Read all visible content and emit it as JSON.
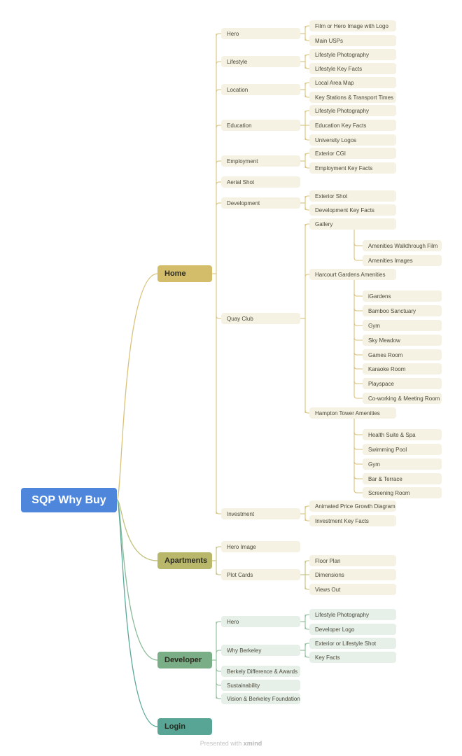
{
  "root": "SQP Why Buy",
  "branches": [
    {
      "label": "Home",
      "color": "#d4bd6a",
      "line": "#d8c27a",
      "fill": "#f5f1e3",
      "children": [
        {
          "label": "Hero",
          "children": [
            {
              "label": "Film or Hero Image with Logo"
            },
            {
              "label": "Main USPs"
            }
          ]
        },
        {
          "label": "Lifestyle",
          "children": [
            {
              "label": "Lifestyle Photography"
            },
            {
              "label": "Lifestyle Key Facts"
            }
          ]
        },
        {
          "label": "Location",
          "children": [
            {
              "label": "Local Area Map"
            },
            {
              "label": "Key Stations & Transport Times"
            }
          ]
        },
        {
          "label": "Education",
          "children": [
            {
              "label": "Lifestyle Photography"
            },
            {
              "label": "Education Key Facts"
            },
            {
              "label": "University Logos"
            }
          ]
        },
        {
          "label": "Employment",
          "children": [
            {
              "label": "Exterior CGI"
            },
            {
              "label": "Employment Key Facts"
            }
          ]
        },
        {
          "label": "Aerial Shot"
        },
        {
          "label": "Development",
          "children": [
            {
              "label": "Exterior Shot"
            },
            {
              "label": "Development Key Facts"
            }
          ]
        },
        {
          "label": "Quay Club",
          "children": [
            {
              "label": "Gallery",
              "children": [
                {
                  "label": "Amenities Walkthrough Film"
                },
                {
                  "label": "Amenities Images"
                }
              ]
            },
            {
              "label": "Harcourt Gardens Amenities",
              "children": [
                {
                  "label": "iGardens"
                },
                {
                  "label": "Bamboo Sanctuary"
                },
                {
                  "label": "Gym"
                },
                {
                  "label": "Sky Meadow"
                },
                {
                  "label": "Games Room"
                },
                {
                  "label": "Karaoke Room"
                },
                {
                  "label": "Playspace"
                },
                {
                  "label": "Co-working & Meeting Room"
                }
              ]
            },
            {
              "label": "Hampton Tower Amenities",
              "children": [
                {
                  "label": "Health Suite & Spa"
                },
                {
                  "label": "Swimming Pool"
                },
                {
                  "label": "Gym"
                },
                {
                  "label": "Bar & Terrace"
                },
                {
                  "label": "Screening Room"
                }
              ]
            }
          ]
        },
        {
          "label": "Investment",
          "children": [
            {
              "label": "Animated Price Growth Diagram"
            },
            {
              "label": "Investment Key Facts"
            }
          ]
        }
      ]
    },
    {
      "label": "Apartments",
      "color": "#b9b86a",
      "line": "#c2c07e",
      "fill": "#f5f1e3",
      "children": [
        {
          "label": "Hero Image"
        },
        {
          "label": "Plot Cards",
          "children": [
            {
              "label": "Floor Plan"
            },
            {
              "label": "Dimensions"
            },
            {
              "label": "Views Out"
            }
          ]
        }
      ]
    },
    {
      "label": "Developer",
      "color": "#79ae86",
      "line": "#8bbb98",
      "fill": "#e6efe8",
      "children": [
        {
          "label": "Hero",
          "children": [
            {
              "label": "Lifestyle Photography"
            },
            {
              "label": "Developer Logo"
            }
          ]
        },
        {
          "label": "Why Berkeley",
          "children": [
            {
              "label": "Exterior or Lifestyle Shot"
            },
            {
              "label": "Key Facts"
            }
          ]
        },
        {
          "label": "Berkely Difference & Awards"
        },
        {
          "label": "Sustainability"
        },
        {
          "label": "Vision & Berkeley Foundation"
        }
      ]
    },
    {
      "label": "Login",
      "color": "#58a596",
      "line": "#5aa898",
      "fill": "#e6efe8",
      "children": []
    }
  ],
  "root_color": "#4e86dc",
  "footer_prefix": "Presented with",
  "footer_brand": "xmind"
}
